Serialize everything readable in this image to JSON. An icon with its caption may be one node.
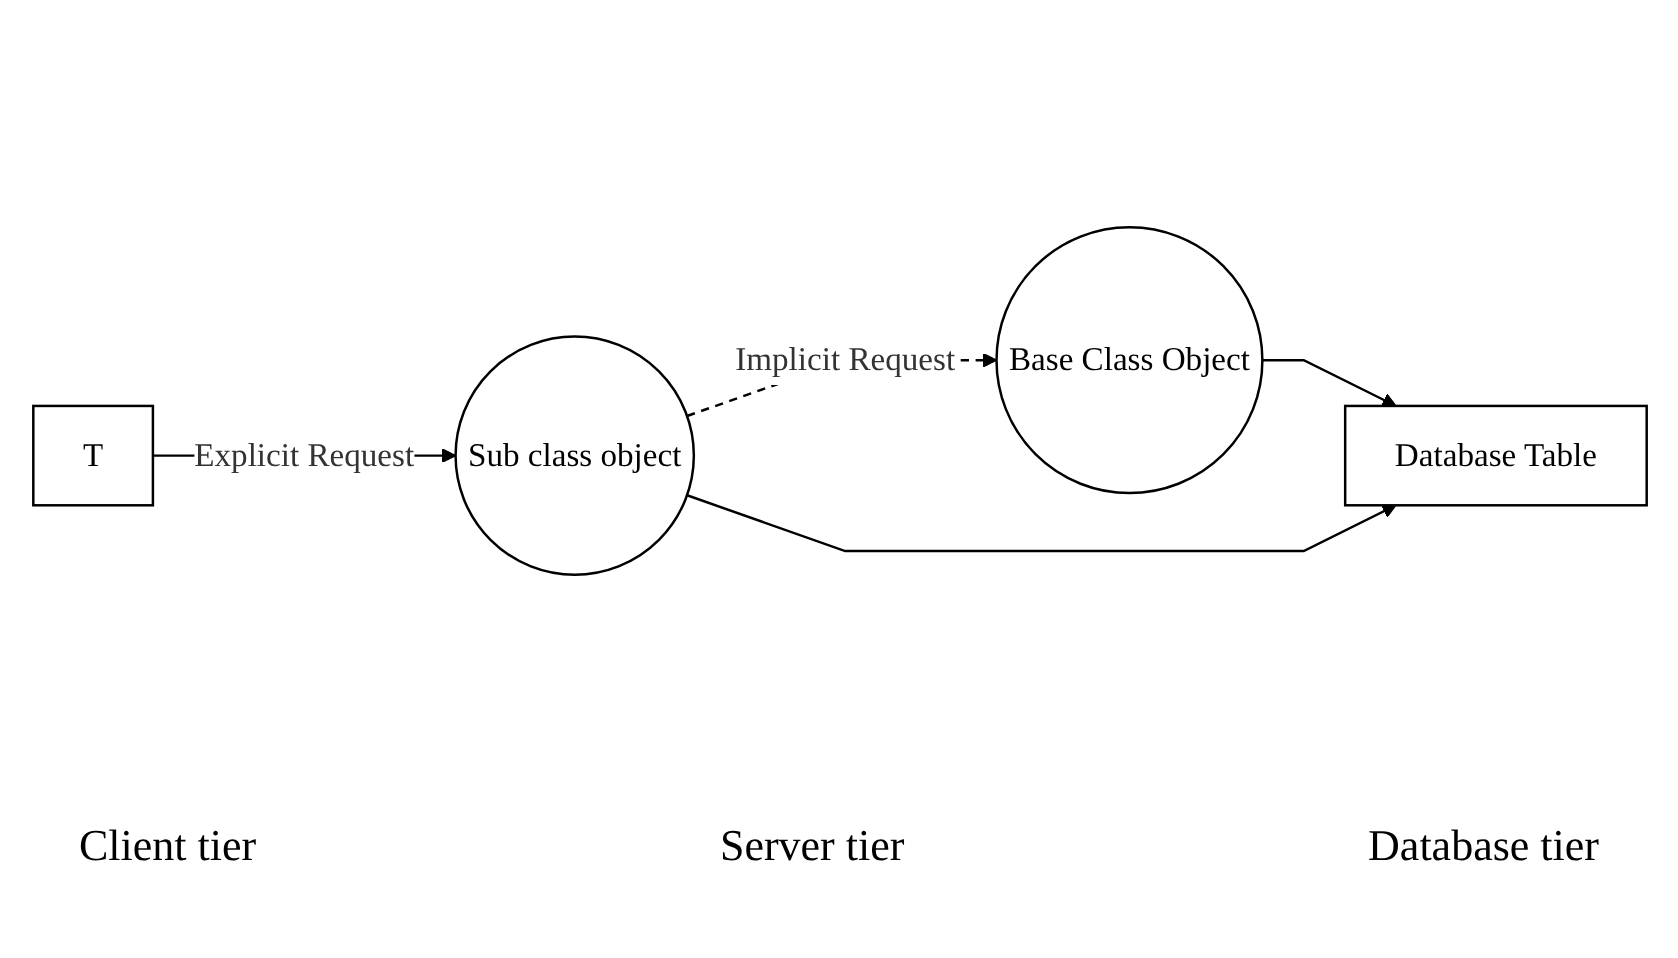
{
  "diagram": {
    "nodes": [
      {
        "text": [
          "Base Class Object"
        ]
      },
      {
        "text": [
          "T"
        ]
      },
      {
        "text": [
          "Sub class object"
        ]
      },
      {
        "text": [
          "Database Table"
        ]
      }
    ],
    "edges": [
      {
        "from": 1,
        "to": 2,
        "arrow": "to",
        "label": "Explicit Request"
      },
      {
        "from": 2,
        "to": 0,
        "arrow": "to",
        "label": "Implicit Request",
        "style": "dashed"
      },
      {
        "from": 0,
        "to": 3,
        "arrow": "to"
      },
      {
        "from": 2,
        "to": 3,
        "arrow": "to"
      }
    ],
    "labels": [
      "Client tier",
      "Server tier",
      "Database tier"
    ]
  }
}
